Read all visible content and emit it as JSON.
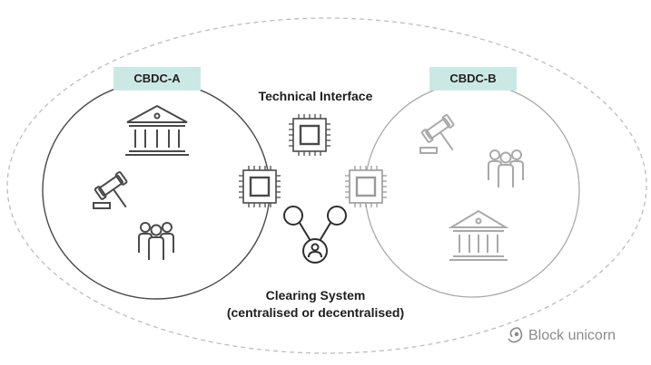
{
  "diagram": {
    "cbdc_a": {
      "label": "CBDC-A"
    },
    "cbdc_b": {
      "label": "CBDC-B"
    },
    "technical_interface": "Technical Interface",
    "clearing_line1": "Clearing System",
    "clearing_line2": "(centralised or decentralised)",
    "watermark": "Block unicorn"
  },
  "colors": {
    "label_bg": "#cce8e4",
    "stroke_dark": "#4a4a4a",
    "stroke_light": "#a9a9a9",
    "dashed_ellipse": "#bdbdbd"
  }
}
